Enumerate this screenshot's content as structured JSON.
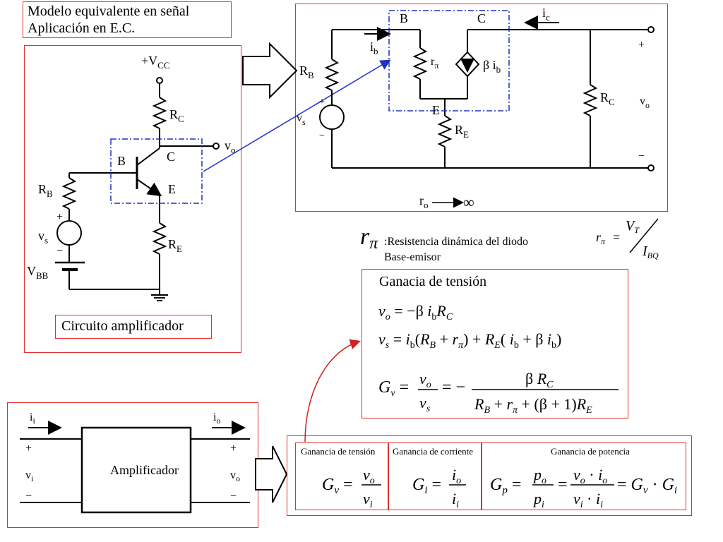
{
  "title": {
    "line1": "Modelo equivalente en señal",
    "line2": "Aplicación en E.C."
  },
  "circuit_label": "Circuito amplificador",
  "left_circuit": {
    "vcc": "+V",
    "vcc_sub": "CC",
    "rc": "R",
    "rc_sub": "C",
    "vo": "v",
    "vo_sub": "o",
    "b": "B",
    "c": "C",
    "e": "E",
    "rb": "R",
    "rb_sub": "B",
    "vs": "v",
    "vs_sub": "s",
    "plus": "+",
    "minus": "−",
    "re": "R",
    "re_sub": "E",
    "vbb": "V",
    "vbb_sub": "BB"
  },
  "equiv_circuit": {
    "b": "B",
    "c": "C",
    "e": "E",
    "ic": "i",
    "ic_sub": "c",
    "ib": "i",
    "ib_sub": "b",
    "rpi": "r",
    "rpi_sub": "π",
    "beta_ib": "β i",
    "beta_ib_sub": "b",
    "rb": "R",
    "rb_sub": "B",
    "vs": "v",
    "vs_sub": "s",
    "re": "R",
    "re_sub": "E",
    "rc": "R",
    "rc_sub": "C",
    "vo": "v",
    "vo_sub": "o",
    "plus": "+",
    "minus": "−",
    "ro": "r",
    "ro_sub": "o",
    "ro_inf": "∞"
  },
  "rpi_note": {
    "symbol": "r",
    "symbol_sub": "π",
    "text1": ":Resistencia dinámica del diodo",
    "text2": "Base-emisor",
    "formula_lhs": "r",
    "formula_lhs_sub": "π",
    "formula_num": "V",
    "formula_num_sub": "T",
    "formula_den": "I",
    "formula_den_sub": "BQ"
  },
  "gain_box": {
    "title": "Ganacia de tensión",
    "eq1": "vo = −β ibRC",
    "eq2": "vs = ib(RB + rπ) + RE( ib + β ib)",
    "eq3_lhs": "Gv = vo/vs",
    "eq3_rhs_num": "β RC",
    "eq3_rhs_den": "RB + rπ + (β + 1)RE"
  },
  "amplifier": {
    "label": "Amplificador",
    "ii": "i",
    "ii_sub": "i",
    "io": "i",
    "io_sub": "o",
    "vi": "v",
    "vi_sub": "i",
    "vo": "v",
    "vo_sub": "o",
    "plus": "+",
    "minus": "−"
  },
  "gains_table": {
    "headers": [
      "Ganancia de tensión",
      "Ganancia de corriente",
      "Ganancia de potencia"
    ],
    "gv": {
      "lhs": "G",
      "lhs_sub": "v",
      "num": "v",
      "num_sub": "o",
      "den": "v",
      "den_sub": "i"
    },
    "gi": {
      "lhs": "G",
      "lhs_sub": "i",
      "num": "i",
      "num_sub": "o",
      "den": "i",
      "den_sub": "i"
    },
    "gp": {
      "lhs": "G",
      "lhs_sub": "p",
      "num": "p",
      "num_sub": "o",
      "den": "p",
      "den_sub": "i",
      "num2": "v",
      "num2_sub": "o",
      "num2b": "i",
      "num2b_sub": "o",
      "den2": "v",
      "den2_sub": "i",
      "den2b": "i",
      "den2b_sub": "i",
      "r1": "G",
      "r1_sub": "v",
      "r2": "G",
      "r2_sub": "i"
    }
  },
  "colors": {
    "frame": "#e03030",
    "dashed": "#2030c0",
    "arrow_blue": "#2030c0",
    "arrow_red": "#d02020"
  }
}
